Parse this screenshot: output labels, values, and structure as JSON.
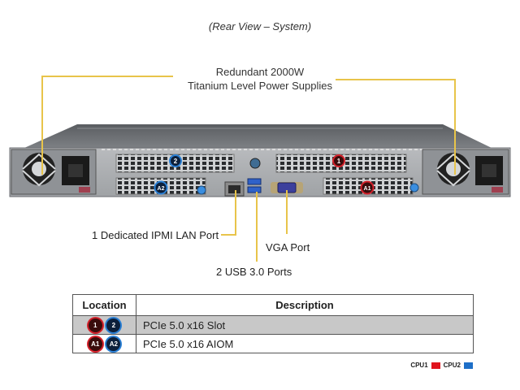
{
  "caption": "(Rear View – System)",
  "callouts": {
    "psu_line1": "Redundant 2000W",
    "psu_line2": "Titanium Level Power Supplies",
    "ipmi": "1 Dedicated IPMI  LAN Port",
    "vga": "VGA Port",
    "usb": "2 USB 3.0 Ports"
  },
  "chassis_badges": {
    "slot1": "1",
    "slot2": "2",
    "aiom1": "A1",
    "aiom2": "A2"
  },
  "table": {
    "headers": [
      "Location",
      "Description"
    ],
    "rows": [
      {
        "badges": [
          "1",
          "2"
        ],
        "description": "PCIe 5.0 x16 Slot"
      },
      {
        "badges": [
          "A1",
          "A2"
        ],
        "description": "PCIe 5.0 x16 AIOM"
      }
    ]
  },
  "legend": {
    "cpu1_label": "CPU1",
    "cpu1_color": "#e0141e",
    "cpu2_label": "CPU2",
    "cpu2_color": "#1e6fc8"
  }
}
